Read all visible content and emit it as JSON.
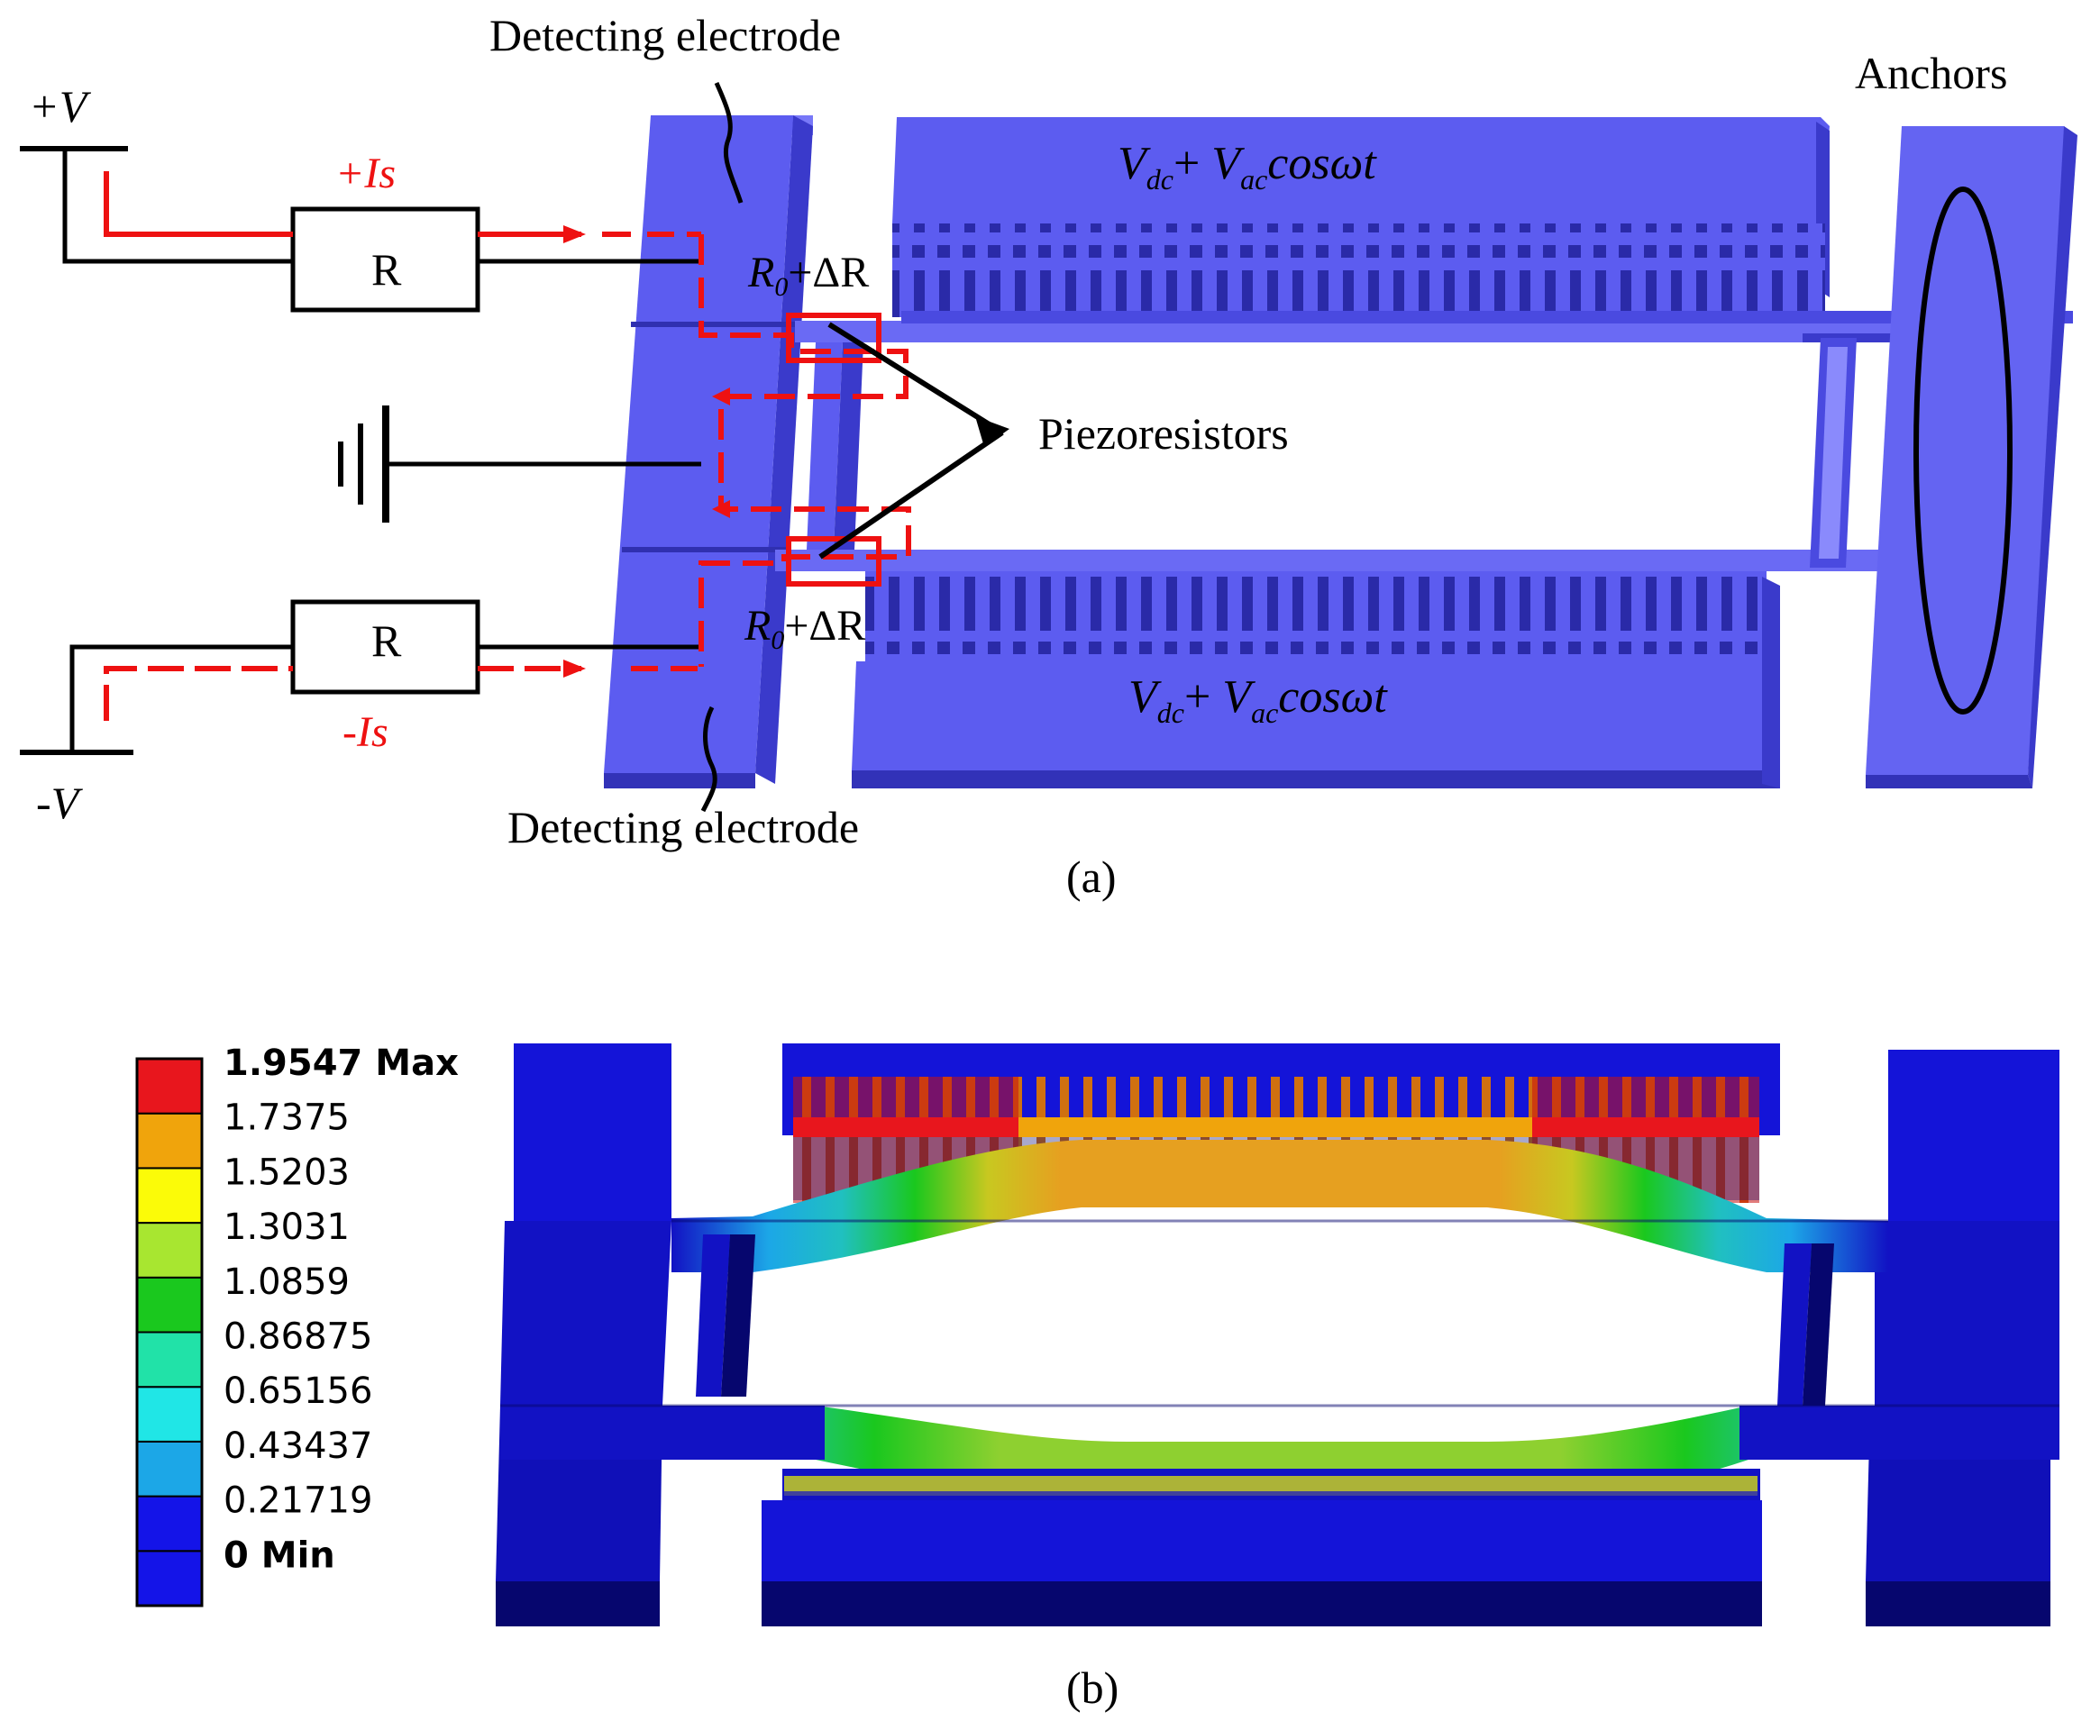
{
  "panel_a": {
    "caption": "(a)",
    "detecting_electrode_top": "Detecting electrode",
    "detecting_electrode_bottom": "Detecting electrode",
    "anchors": "Anchors",
    "piezoresistors": "Piezoresistors",
    "resistor_top": "R",
    "resistor_bottom": "R",
    "plus_v": "+V",
    "minus_v": "-V",
    "plus_is": "+Is",
    "minus_is": "-Is",
    "r0_top": {
      "r": "R",
      "sub": "0",
      "rest": "+ΔR"
    },
    "r0_bottom": {
      "r": "R",
      "sub": "0",
      "rest": "+ΔR"
    },
    "drive_top": {
      "v1": "V",
      "sub1": "dc",
      "plus": "+ ",
      "v2": "V",
      "sub2": "ac",
      "rest": "cosωt"
    },
    "drive_bottom": {
      "v1": "V",
      "sub1": "dc",
      "plus": "+ ",
      "v2": "V",
      "sub2": "ac",
      "rest": "cosωt"
    }
  },
  "panel_b": {
    "caption": "(b)",
    "legend": [
      {
        "label": "1.9547 Max",
        "color": "#e8161d",
        "bold": true
      },
      {
        "label": "1.7375",
        "color": "#f0a40c",
        "bold": false
      },
      {
        "label": "1.5203",
        "color": "#fbfb08",
        "bold": false
      },
      {
        "label": "1.3031",
        "color": "#a8e630",
        "bold": false
      },
      {
        "label": "1.0859",
        "color": "#1ac81e",
        "bold": false
      },
      {
        "label": "0.86875",
        "color": "#21e2a8",
        "bold": false
      },
      {
        "label": "0.65156",
        "color": "#20e6e6",
        "bold": false
      },
      {
        "label": "0.43437",
        "color": "#1ca7e7",
        "bold": false
      },
      {
        "label": "0.21719",
        "color": "#1414e8",
        "bold": false
      },
      {
        "label": "0 Min",
        "color": "#1414e8",
        "bold": true
      }
    ]
  },
  "colors": {
    "device": "#5c5cf0",
    "device_dark": "#3a3acb",
    "device_side": "#4646d8",
    "circuit_red": "#ee1111",
    "fea_blue": "#1212c4",
    "fea_dark": "#06066e"
  }
}
